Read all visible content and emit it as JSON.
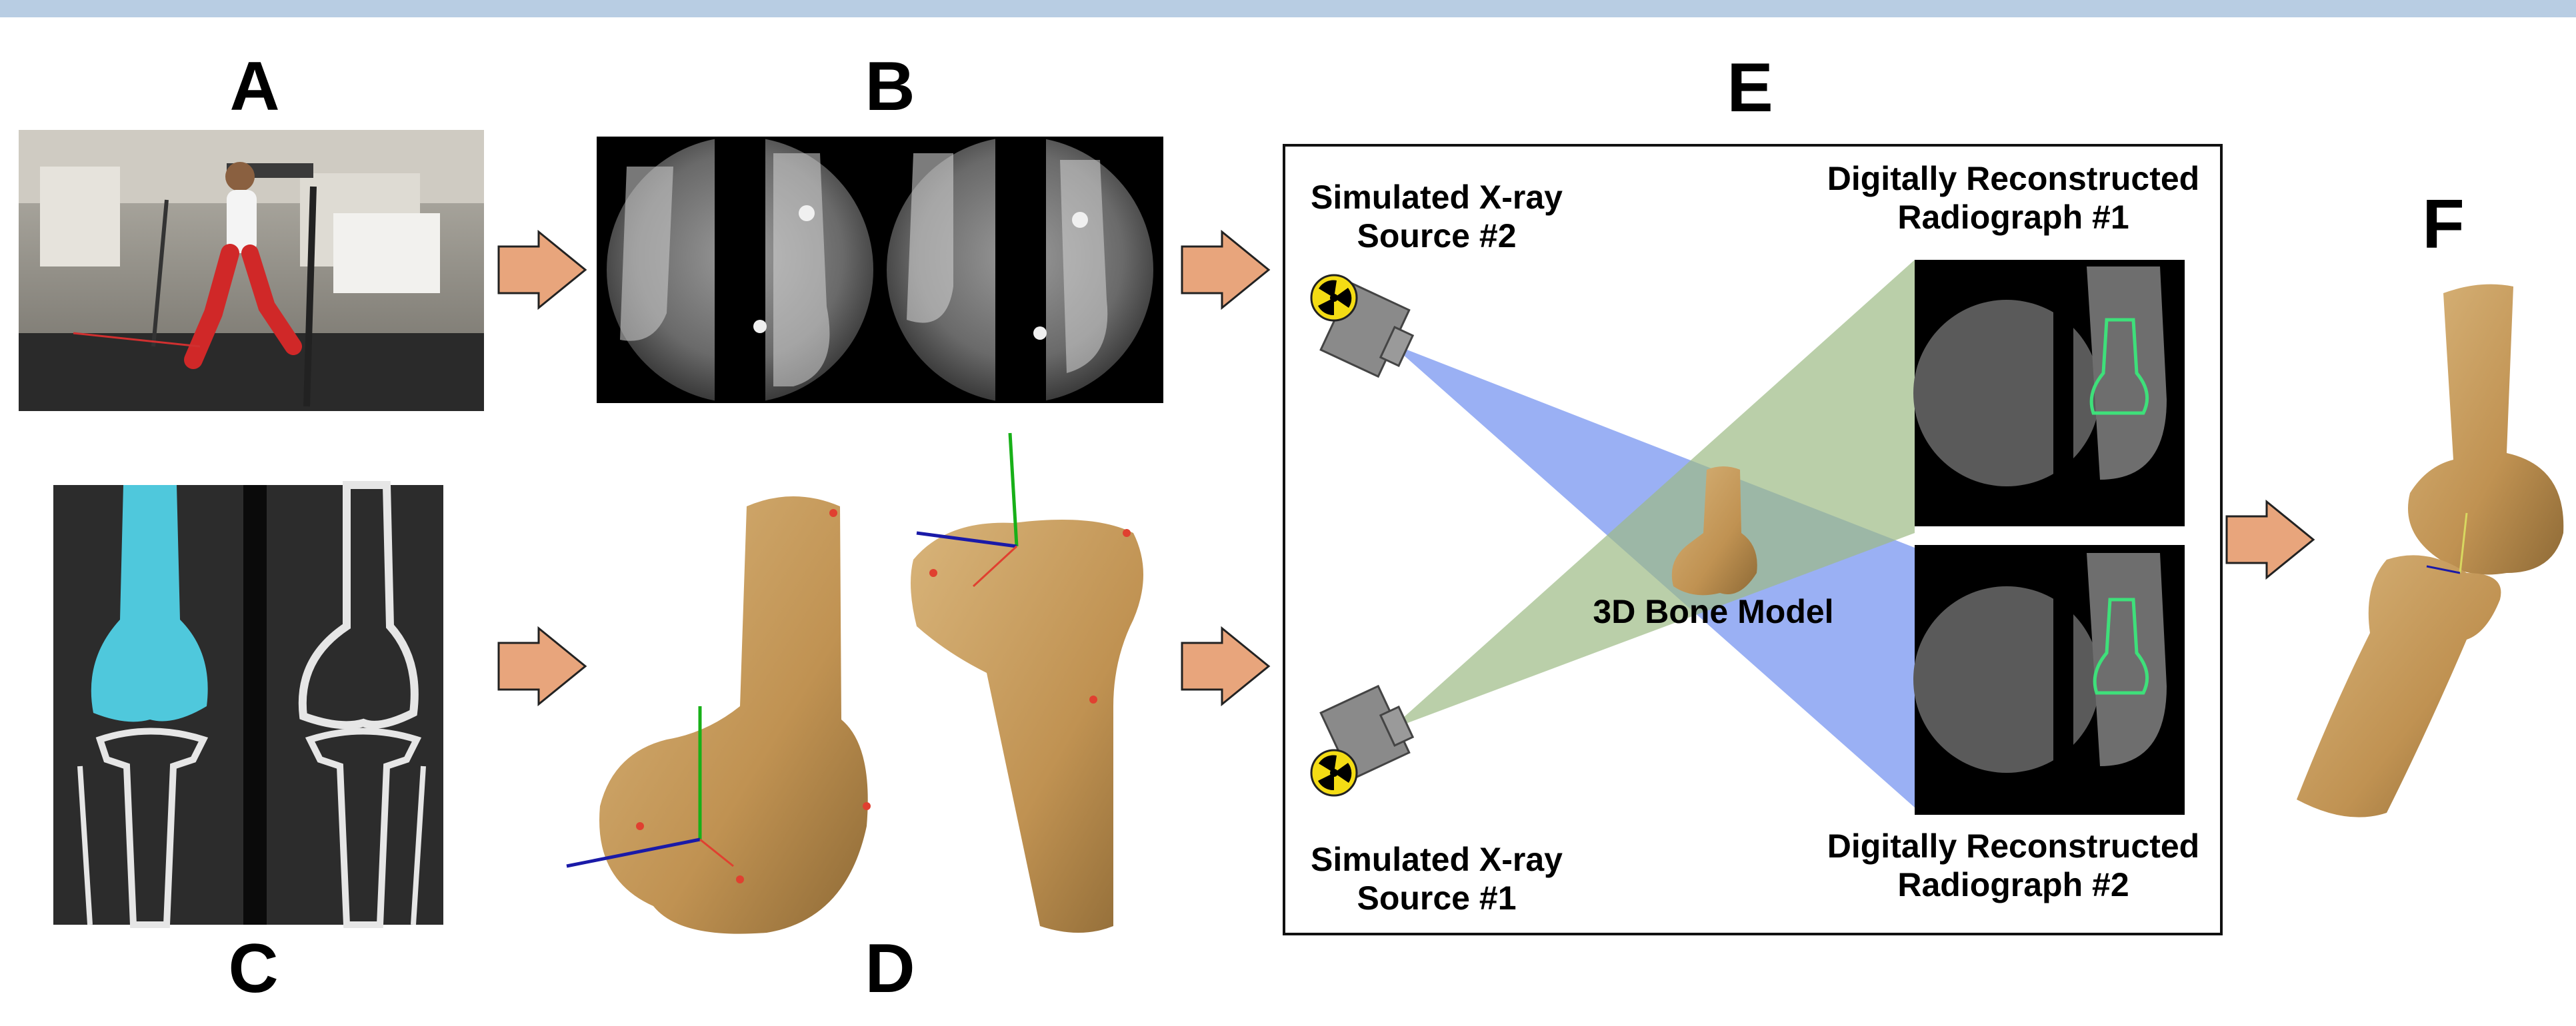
{
  "panels": {
    "a": "A",
    "b": "B",
    "c": "C",
    "d": "D",
    "e": "E",
    "f": "F"
  },
  "panel_e": {
    "source2": {
      "line1": "Simulated X-ray",
      "line2": "Source #2"
    },
    "source1": {
      "line1": "Simulated X-ray",
      "line2": "Source #1"
    },
    "drr1": {
      "line1": "Digitally Reconstructed",
      "line2": "Radiograph #1"
    },
    "drr2": {
      "line1": "Digitally Reconstructed",
      "line2": "Radiograph #2"
    },
    "bone_model": "3D Bone Model"
  },
  "colors": {
    "header_bar": "#b8cde3",
    "arrow_fill": "#e8a57c",
    "bone": "#c49a5a",
    "ct_highlight": "#4fc8dc",
    "beam_blue": "#6f8ff0",
    "beam_green": "#9cba84",
    "drr_outline": "#3ee07a",
    "axis_green": "#18b018",
    "axis_blue": "#1a1aa8",
    "axis_red": "#e04030"
  }
}
